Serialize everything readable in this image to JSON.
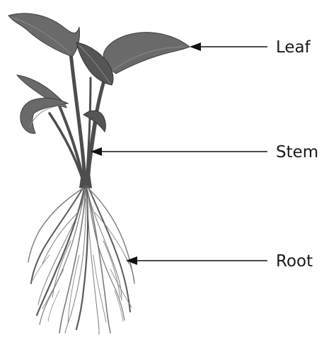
{
  "labels": {
    "leaf": "Leaf",
    "stem": "Stem",
    "root": "Root"
  },
  "colors": {
    "background": "#ffffff",
    "text": "#1a1a1a",
    "pointer": "#111111",
    "plant": "#6a6a6a"
  }
}
